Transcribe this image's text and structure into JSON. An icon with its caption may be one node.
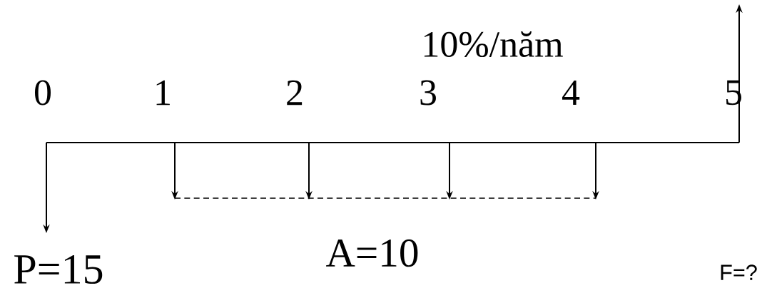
{
  "diagram": {
    "labels": [
      "10%/năm",
      "0",
      "1",
      "2",
      "3",
      "4",
      "5",
      "P=15",
      "A=10",
      "F=?"
    ]
  }
}
